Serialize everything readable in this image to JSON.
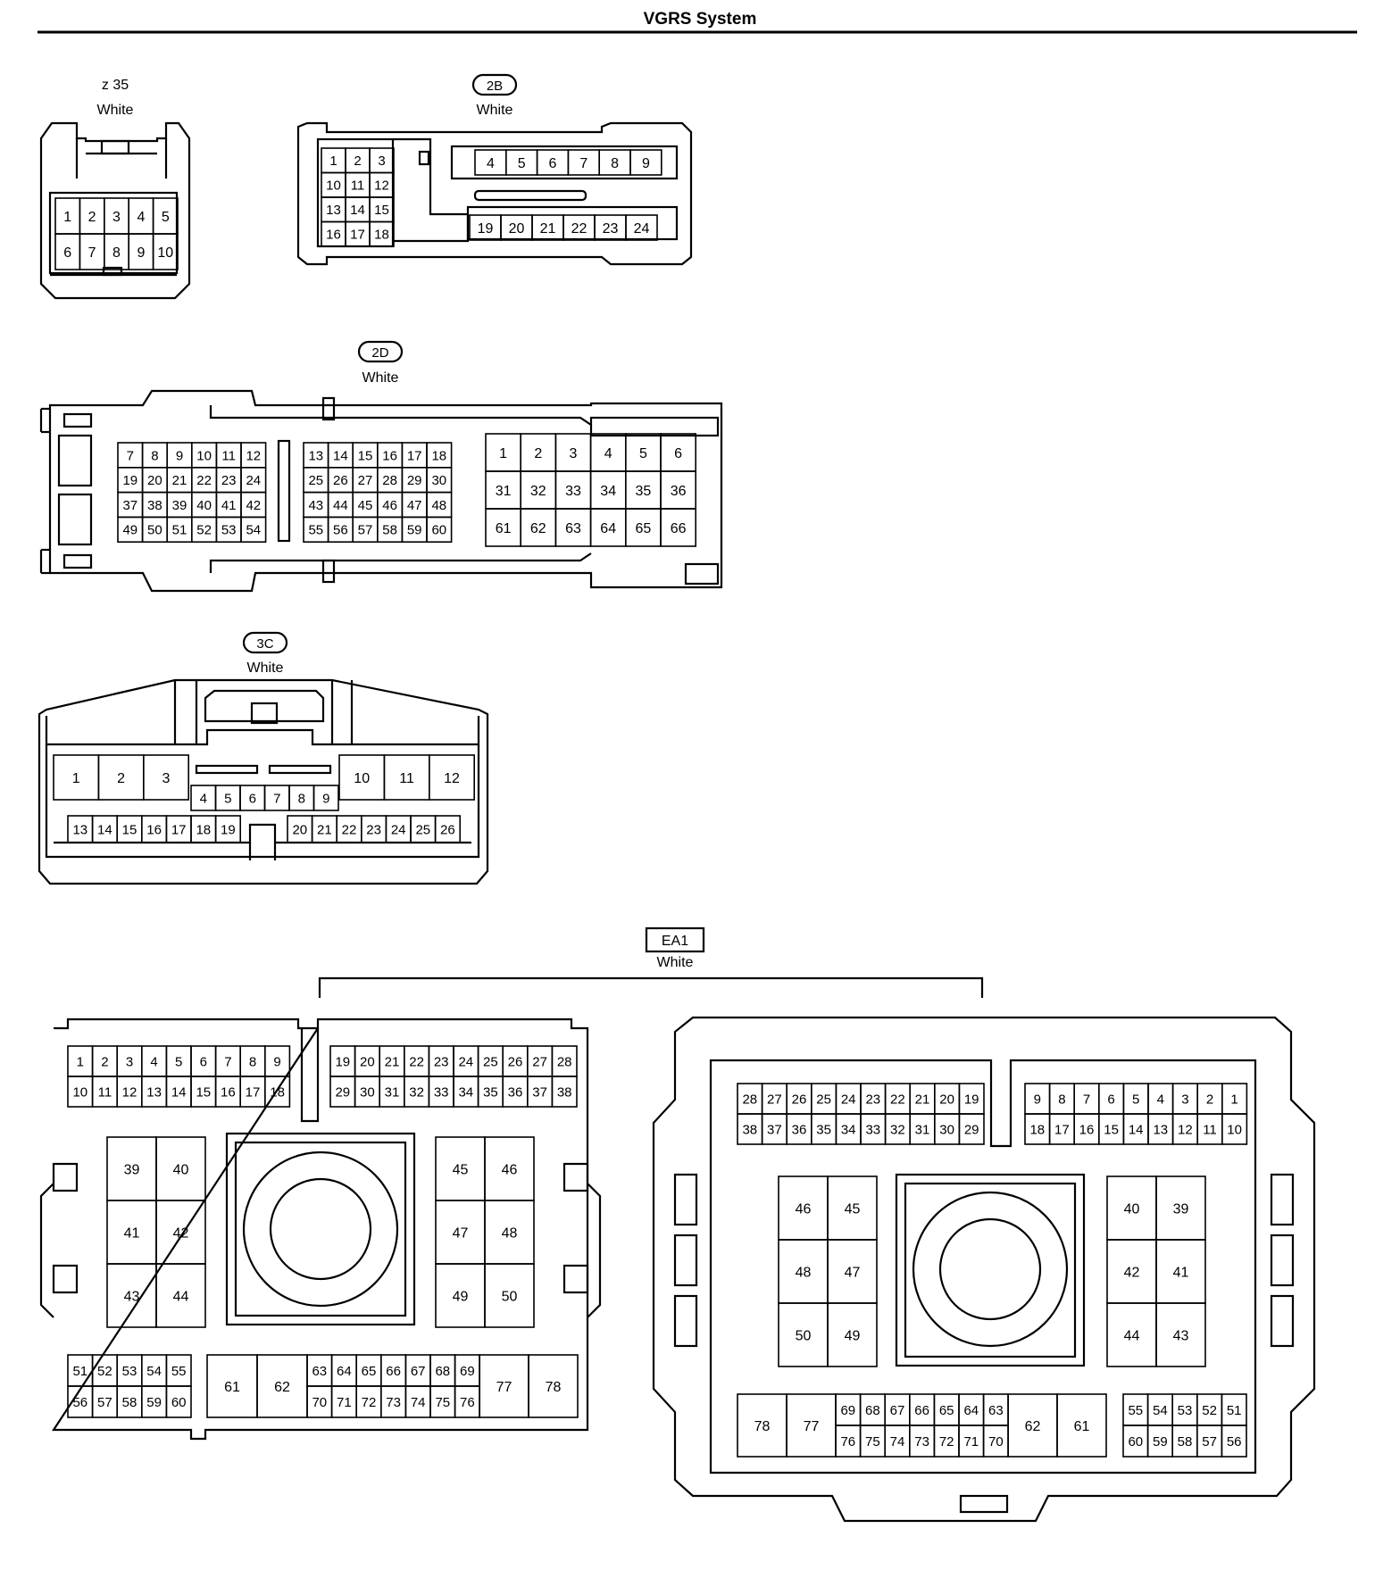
{
  "page": {
    "title": "VGRS System"
  },
  "connectors": {
    "z35": {
      "code": "z 35",
      "color": "White",
      "pins": [
        "1",
        "2",
        "3",
        "4",
        "5",
        "6",
        "7",
        "8",
        "9",
        "10"
      ]
    },
    "c2B": {
      "code": "2B",
      "color": "White",
      "pins": [
        "1",
        "2",
        "3",
        "10",
        "11",
        "12",
        "13",
        "14",
        "15",
        "16",
        "17",
        "18",
        "4",
        "5",
        "6",
        "7",
        "8",
        "9",
        "19",
        "20",
        "21",
        "22",
        "23",
        "24"
      ]
    },
    "c2D": {
      "code": "2D",
      "color": "White",
      "pins": [
        "7",
        "8",
        "9",
        "10",
        "11",
        "12",
        "19",
        "20",
        "21",
        "22",
        "23",
        "24",
        "37",
        "38",
        "39",
        "40",
        "41",
        "42",
        "49",
        "50",
        "51",
        "52",
        "53",
        "54",
        "13",
        "14",
        "15",
        "16",
        "17",
        "18",
        "25",
        "26",
        "27",
        "28",
        "29",
        "30",
        "43",
        "44",
        "45",
        "46",
        "47",
        "48",
        "55",
        "56",
        "57",
        "58",
        "59",
        "60",
        "1",
        "2",
        "3",
        "4",
        "5",
        "6",
        "31",
        "32",
        "33",
        "34",
        "35",
        "36",
        "61",
        "62",
        "63",
        "64",
        "65",
        "66"
      ]
    },
    "c3C": {
      "code": "3C",
      "color": "White",
      "pins": [
        "1",
        "2",
        "3",
        "10",
        "11",
        "12",
        "4",
        "5",
        "6",
        "7",
        "8",
        "9",
        "13",
        "14",
        "15",
        "16",
        "17",
        "18",
        "19",
        "20",
        "21",
        "22",
        "23",
        "24",
        "25",
        "26"
      ]
    },
    "EA1": {
      "code": "EA1",
      "color": "White"
    }
  },
  "ea1_left": {
    "top_a": [
      "1",
      "2",
      "3",
      "4",
      "5",
      "6",
      "7",
      "8",
      "9",
      "10",
      "11",
      "12",
      "13",
      "14",
      "15",
      "16",
      "17",
      "18"
    ],
    "top_b": [
      "19",
      "20",
      "21",
      "22",
      "23",
      "24",
      "25",
      "26",
      "27",
      "28",
      "29",
      "30",
      "31",
      "32",
      "33",
      "34",
      "35",
      "36",
      "37",
      "38"
    ],
    "big_left": [
      "39",
      "40",
      "41",
      "42",
      "43",
      "44"
    ],
    "big_right": [
      "45",
      "46",
      "47",
      "48",
      "49",
      "50"
    ],
    "bottom_small": [
      "51",
      "52",
      "53",
      "54",
      "55",
      "56",
      "57",
      "58",
      "59",
      "60"
    ],
    "bottom_mid": [
      "61",
      "62",
      "63",
      "64",
      "65",
      "66",
      "67",
      "68",
      "69",
      "70",
      "71",
      "72",
      "73",
      "74",
      "75",
      "76",
      "77",
      "78"
    ]
  },
  "ea1_right": {
    "top_a": [
      "28",
      "27",
      "26",
      "25",
      "24",
      "23",
      "22",
      "21",
      "20",
      "19",
      "38",
      "37",
      "36",
      "35",
      "34",
      "33",
      "32",
      "31",
      "30",
      "29"
    ],
    "top_b": [
      "9",
      "8",
      "7",
      "6",
      "5",
      "4",
      "3",
      "2",
      "1",
      "18",
      "17",
      "16",
      "15",
      "14",
      "13",
      "12",
      "11",
      "10"
    ],
    "big_left": [
      "46",
      "45",
      "48",
      "47",
      "50",
      "49"
    ],
    "big_right": [
      "40",
      "39",
      "42",
      "41",
      "44",
      "43"
    ],
    "bottom_mid": [
      "78",
      "77",
      "69",
      "68",
      "67",
      "66",
      "65",
      "64",
      "63",
      "76",
      "75",
      "74",
      "73",
      "72",
      "71",
      "70",
      "62",
      "61"
    ],
    "bottom_small": [
      "55",
      "54",
      "53",
      "52",
      "51",
      "60",
      "59",
      "58",
      "57",
      "56"
    ]
  }
}
